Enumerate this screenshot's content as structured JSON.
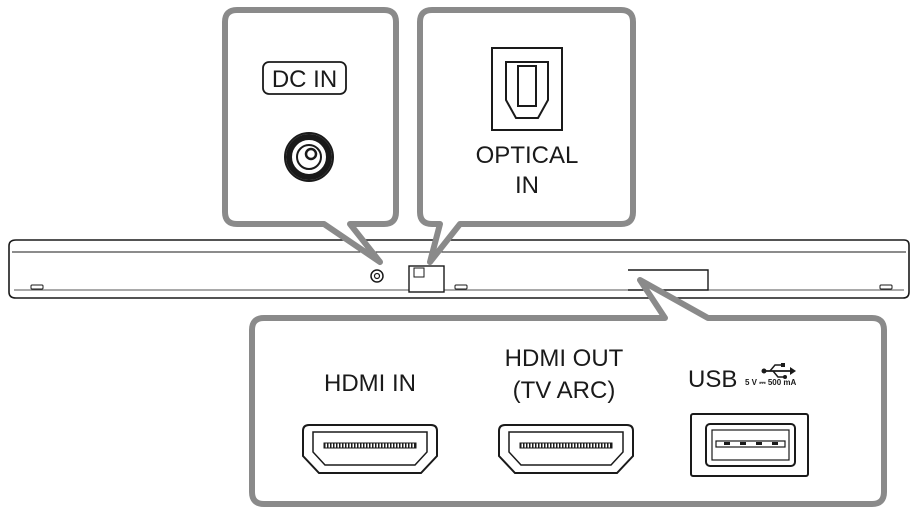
{
  "callouts": {
    "dc_in": {
      "label": "DC IN"
    },
    "optical_in": {
      "label_line1": "OPTICAL",
      "label_line2": "IN"
    },
    "rear_panel": {
      "hdmi_in": {
        "label": "HDMI IN"
      },
      "hdmi_out": {
        "label_line1": "HDMI OUT",
        "label_line2": "(TV ARC)"
      },
      "usb": {
        "label": "USB",
        "rating": "5 V ⎓ 500 mA",
        "icon": "usb-trident-icon"
      }
    }
  },
  "colors": {
    "outline": "#1a1a1a",
    "callout_border": "#8a8a8a",
    "background": "#ffffff"
  }
}
